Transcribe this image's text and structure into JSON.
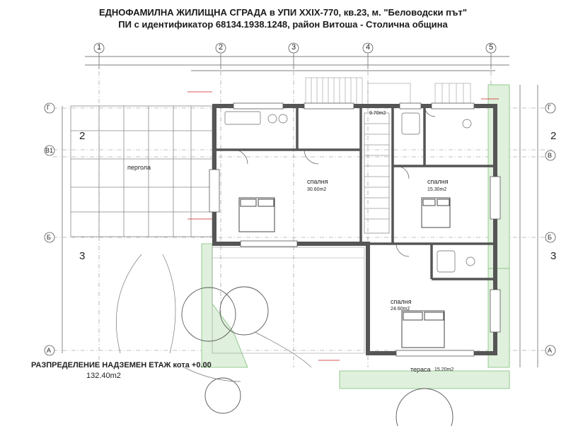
{
  "header": {
    "line1": "ЕДНОФАМИЛНА ЖИЛИЩНА СГРАДА в УПИ XXIX-770, кв.23, м. \"Беловодски път\"",
    "line2": "ПИ с идентификатор 68134.1938.1248,  район  Витоша - Столична община"
  },
  "axes": {
    "columns": [
      "1",
      "2",
      "3",
      "4",
      "5"
    ],
    "rows": [
      "Г",
      "В1",
      "В",
      "Б",
      "А"
    ],
    "side_numbers": [
      "2",
      "3"
    ]
  },
  "rooms": {
    "pergola": "пергола",
    "bedroom_main": "спалня",
    "bedroom_main_area": "30.60m2",
    "bedroom_right": "спалня",
    "bedroom_right_area": "15.30m2",
    "bedroom_bottom": "спалня",
    "bedroom_bottom_area": "24.60m2",
    "bath_area": "9.70m2",
    "terrace": "тераса",
    "terrace_area": "15.20m2"
  },
  "floor": {
    "title": "РАЗПРЕДЕЛЕНИЕ НАДЗЕМЕН ЕТАЖ   кота +0.00",
    "area": "132.40m2"
  },
  "colors": {
    "wall": "#555555",
    "line": "#8a8a8a",
    "green": "#3a9a3a",
    "red_dim": "#cc2222",
    "blue": "#2255aa"
  }
}
